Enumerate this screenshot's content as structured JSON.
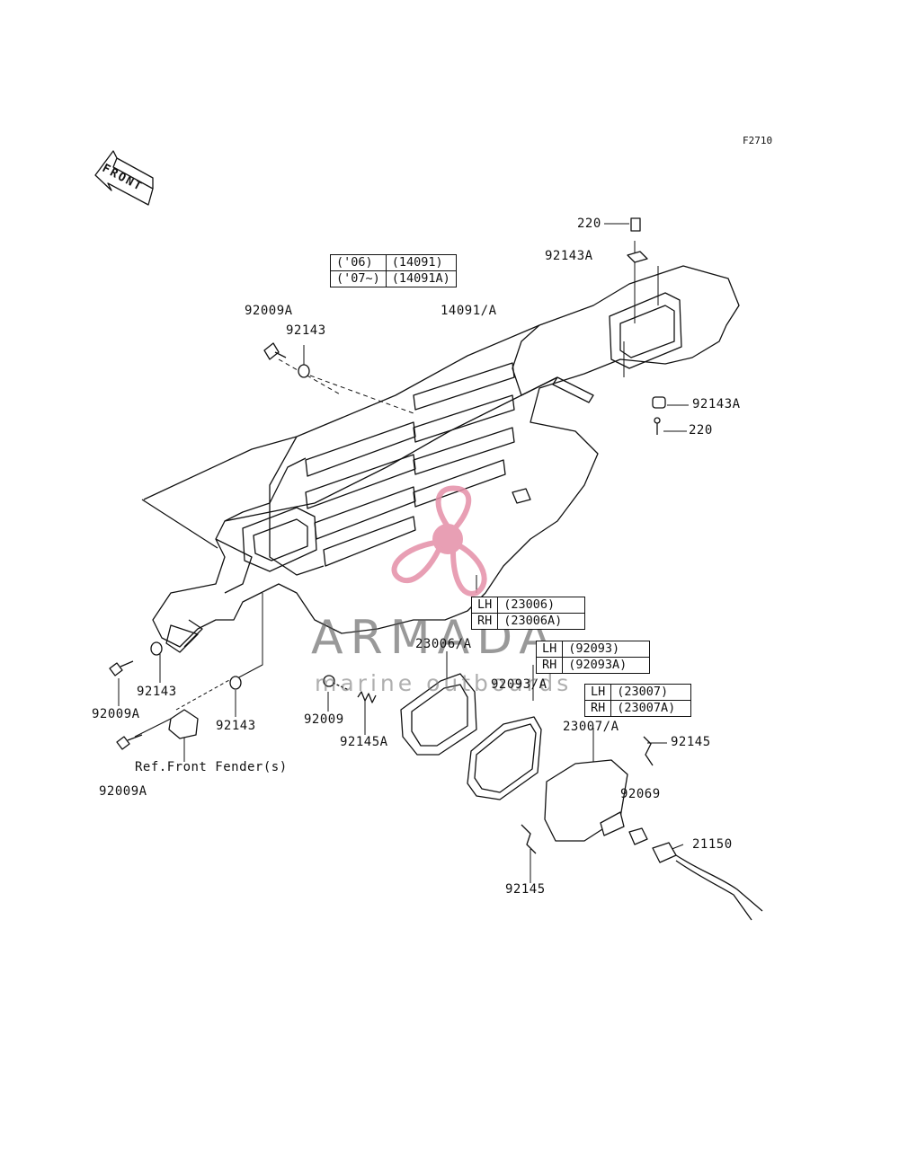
{
  "figure_code": "F2710",
  "front_label": "FRONT",
  "watermark": {
    "title": "ARMADA",
    "subtitle": "marine outboards",
    "color": "#e58fa8"
  },
  "notes": {
    "year_table": [
      [
        "('06)",
        "(14091)"
      ],
      [
        "('07~)",
        "(14091A)"
      ]
    ],
    "lamp_housing": [
      [
        "LH",
        "(23006)"
      ],
      [
        "RH",
        "(23006A)"
      ]
    ],
    "gasket": [
      [
        "LH",
        "(92093)"
      ],
      [
        "RH",
        "(92093A)"
      ]
    ],
    "lamp_unit": [
      [
        "LH",
        "(23007)"
      ],
      [
        "RH",
        "(23007A)"
      ]
    ]
  },
  "labels": {
    "bolt_top": "220",
    "grommet_top": "92143A",
    "grille": "14091/A",
    "bolt_left_upper": "92009A",
    "washer_left_upper": "92143",
    "grommet_right": "92143A",
    "bolt_right": "220",
    "housing": "23006/A",
    "gasket": "92093/A",
    "lamp": "23007/A",
    "clip_right": "92145",
    "bulb": "92069",
    "socket": "21150",
    "clip_bottom": "92145",
    "bolt_left_mid": "92009A",
    "washer_left_mid": "92143",
    "washer_bracket": "92143",
    "screw": "92009",
    "spring": "92145A",
    "bolt_left_low": "92009A",
    "ref": "Ref.Front Fender(s)"
  }
}
